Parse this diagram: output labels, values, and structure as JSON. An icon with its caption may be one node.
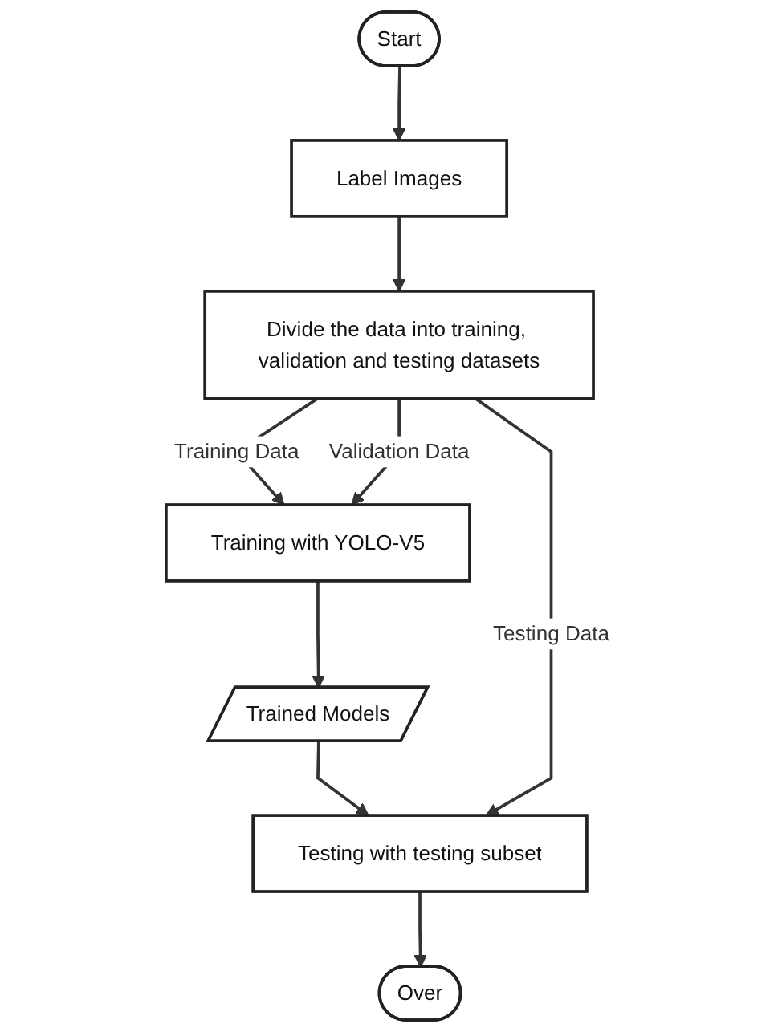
{
  "diagram": {
    "nodes": [
      {
        "text": [
          "Start"
        ]
      },
      {
        "text": [
          "Label Images"
        ]
      },
      {
        "text": [
          "Divide the data into training, validation and testing datasets"
        ]
      },
      {
        "text": [
          "Training with YOLO-V5"
        ]
      },
      {
        "text": [
          "Trained Models"
        ]
      },
      {
        "text": [
          "Testing with testing subset"
        ]
      },
      {
        "text": [
          "Over"
        ]
      }
    ],
    "edges": [
      {
        "from": 0,
        "to": 1,
        "arrow": "to"
      },
      {
        "from": 1,
        "to": 2,
        "arrow": "to"
      },
      {
        "from": 2,
        "to": 3,
        "arrow": "to",
        "label": "Training Data"
      },
      {
        "from": 2,
        "to": 3,
        "arrow": "to",
        "label": "Validation Data"
      },
      {
        "from": 3,
        "to": 4,
        "arrow": "to"
      },
      {
        "from": 4,
        "to": 5,
        "arrow": "to"
      },
      {
        "from": 2,
        "to": 5,
        "arrow": "to",
        "label": "Testing Data"
      },
      {
        "from": 5,
        "to": 6,
        "arrow": "to"
      }
    ]
  }
}
